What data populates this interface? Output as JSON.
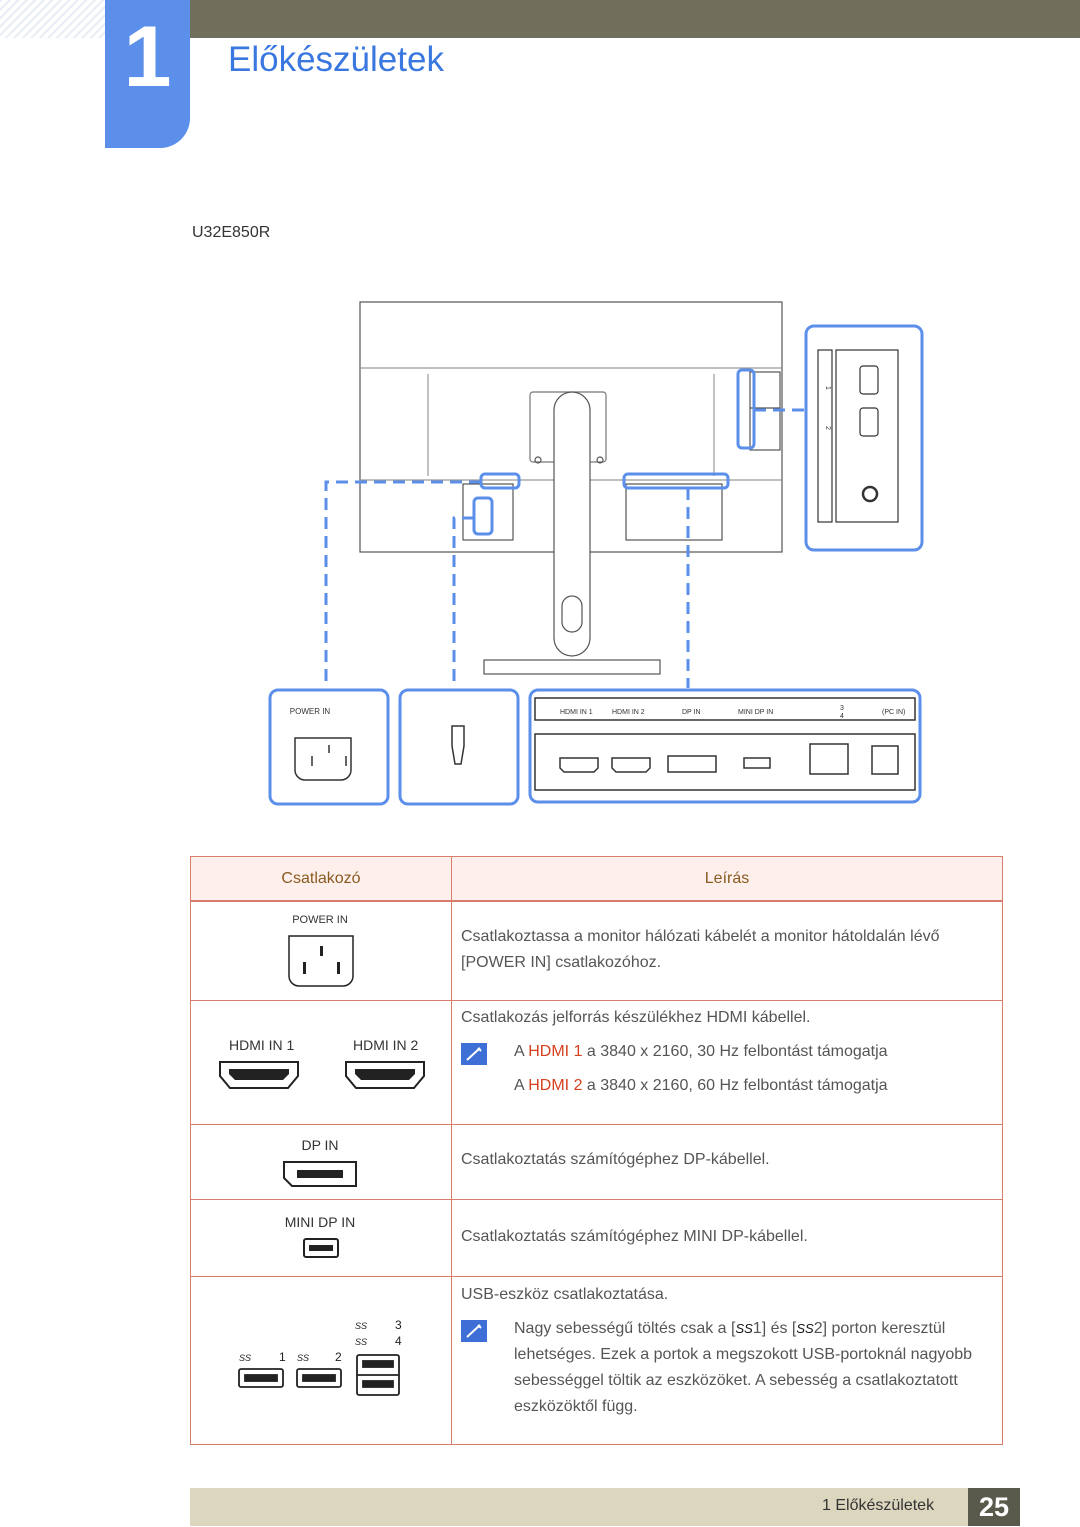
{
  "chapter": {
    "number": "1",
    "title": "Előkészületek"
  },
  "model": "U32E850R",
  "diagram": {
    "power_label": "POWER IN",
    "port_labels": [
      "HDMI IN 1",
      "HDMI IN 2",
      "DP IN",
      "MINI DP IN"
    ],
    "usb_labels": [
      "3",
      "4",
      "(PC IN)"
    ],
    "side_usb_labels": [
      "1",
      "2"
    ]
  },
  "table": {
    "headers": {
      "connector": "Csatlakozó",
      "description": "Leírás"
    },
    "rows": [
      {
        "labels": [
          "POWER IN"
        ],
        "text": "Csatlakoztassa a monitor hálózati kábelét a monitor hátoldalán lévő [POWER IN] csatlakozóhoz."
      },
      {
        "labels": [
          "HDMI IN 1",
          "HDMI IN 2"
        ],
        "text": "Csatlakozás jelforrás készülékhez HDMI kábellel.",
        "note1": {
          "pre": "A ",
          "hl": "HDMI 1",
          "post": " a 3840 x 2160, 30 Hz felbontást támogatja"
        },
        "note2": {
          "pre": "A ",
          "hl": "HDMI 2",
          "post": " a 3840 x 2160, 60 Hz felbontást támogatja"
        }
      },
      {
        "labels": [
          "DP IN"
        ],
        "text": "Csatlakoztatás számítógéphez DP-kábellel."
      },
      {
        "labels": [
          "MINI DP IN"
        ],
        "text": "Csatlakoztatás számítógéphez MINI DP-kábellel."
      },
      {
        "labels": [
          "1",
          "2",
          "3",
          "4"
        ],
        "text": "USB-eszköz csatlakoztatása.",
        "note": {
          "a": "Nagy sebességű töltés csak a [",
          "b": "1] és [",
          "c": "2] porton keresztül lehetséges. Ezek a portok a megszokott USB-portoknál nagyobb sebességgel töltik az eszközöket. A sebesség a csatlakoztatott eszközöktől függ."
        }
      }
    ]
  },
  "footer": {
    "label": "1 Előkészületek",
    "page": "25"
  },
  "colors": {
    "accent": "#5b8fea",
    "title": "#3a78e0",
    "border": "#d77d6c",
    "highlight": "#d5401e"
  }
}
